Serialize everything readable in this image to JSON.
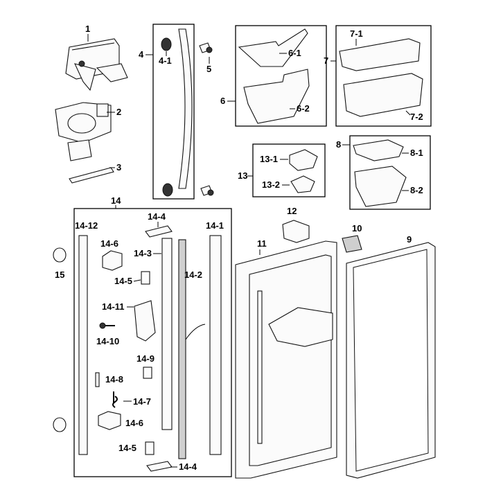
{
  "labels": {
    "p1": "1",
    "p2": "2",
    "p3": "3",
    "p4": "4",
    "p4_1": "4-1",
    "p5": "5",
    "p6": "6",
    "p6_1": "6-1",
    "p6_2": "6-2",
    "p7": "7",
    "p7_1": "7-1",
    "p7_2": "7-2",
    "p8": "8",
    "p8_1": "8-1",
    "p8_2": "8-2",
    "p9": "9",
    "p10": "10",
    "p11": "11",
    "p12": "12",
    "p13": "13",
    "p13_1": "13-1",
    "p13_2": "13-2",
    "p14": "14",
    "p14_1": "14-1",
    "p14_2": "14-2",
    "p14_3": "14-3",
    "p14_4a": "14-4",
    "p14_4b": "14-4",
    "p14_5a": "14-5",
    "p14_5b": "14-5",
    "p14_6a": "14-6",
    "p14_6b": "14-6",
    "p14_7": "14-7",
    "p14_8": "14-8",
    "p14_9": "14-9",
    "p14_10": "14-10",
    "p14_11": "14-11",
    "p14_12": "14-12",
    "p15": "15"
  }
}
